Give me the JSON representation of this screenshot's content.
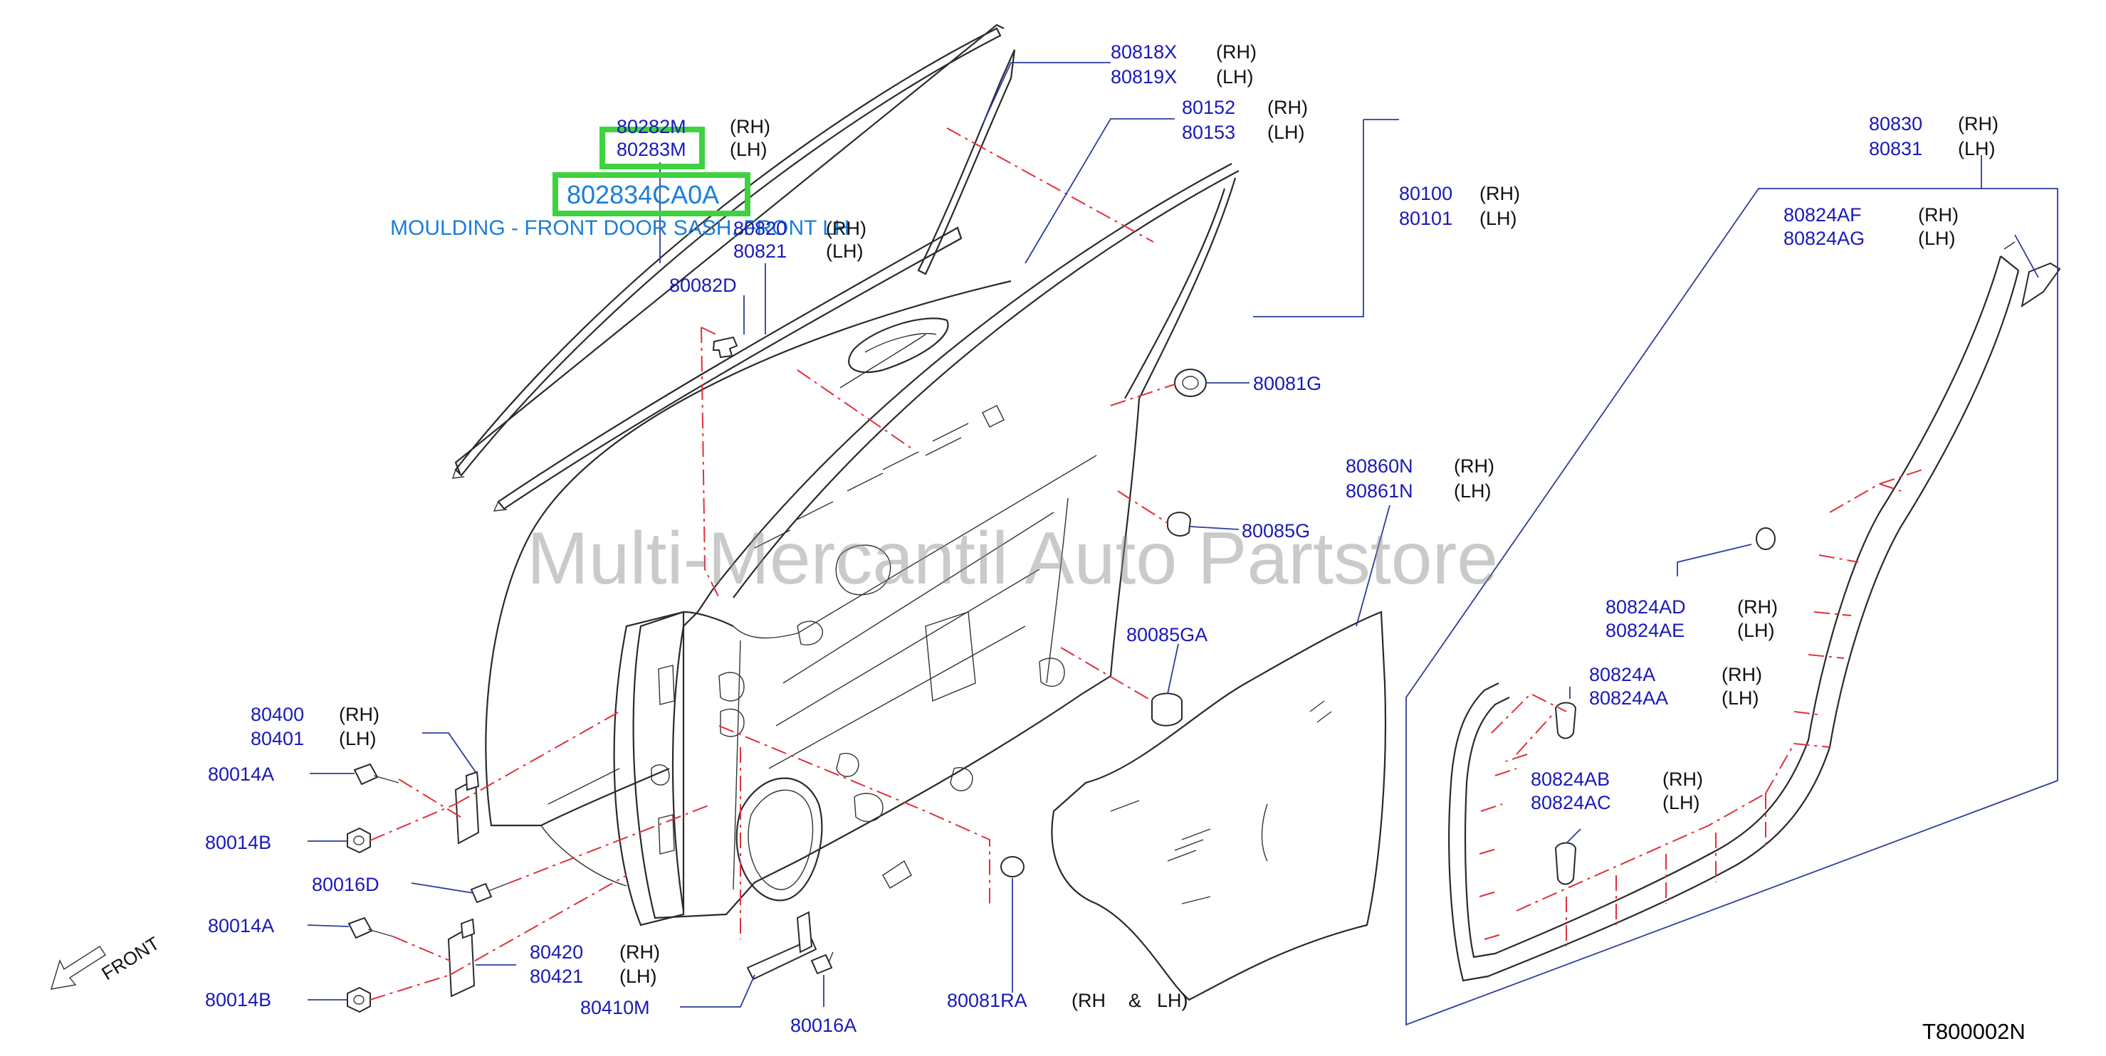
{
  "diagram_code": "T800002N",
  "watermark": "Multi-Mercantil Auto Partstore",
  "front_label": "FRONT",
  "highlight": {
    "part_number": "802834CA0A",
    "description": "MOULDING - FRONT DOOR SASH, FRONT LH",
    "box_color": "#3fd23f",
    "text_color": "#1a7fd8"
  },
  "colors": {
    "part_number": "#1a1ab8",
    "leader": "#2c3c9c",
    "center_line": "#e0303a"
  },
  "callouts": [
    {
      "id": "80818x",
      "parts": [
        "80818X",
        "80819X"
      ],
      "sides": [
        "(RH)",
        "(LH)"
      ]
    },
    {
      "id": "80152",
      "parts": [
        "80152",
        "80153"
      ],
      "sides": [
        "(RH)",
        "(LH)"
      ]
    },
    {
      "id": "80282m",
      "parts": [
        "80282M",
        "80283M"
      ],
      "sides": [
        "(RH)",
        "(LH)"
      ]
    },
    {
      "id": "80820",
      "parts": [
        "80820",
        "80821"
      ],
      "sides": [
        "(RH)",
        "(LH)"
      ]
    },
    {
      "id": "80100",
      "parts": [
        "80100",
        "80101"
      ],
      "sides": [
        "(RH)",
        "(LH)"
      ]
    },
    {
      "id": "80082d",
      "parts": [
        "80082D"
      ],
      "sides": []
    },
    {
      "id": "80081g",
      "parts": [
        "80081G"
      ],
      "sides": []
    },
    {
      "id": "80085g",
      "parts": [
        "80085G"
      ],
      "sides": []
    },
    {
      "id": "80085ga",
      "parts": [
        "80085GA"
      ],
      "sides": []
    },
    {
      "id": "80860n",
      "parts": [
        "80860N",
        "80861N"
      ],
      "sides": [
        "(RH)",
        "(LH)"
      ]
    },
    {
      "id": "80830",
      "parts": [
        "80830",
        "80831"
      ],
      "sides": [
        "(RH)",
        "(LH)"
      ]
    },
    {
      "id": "80824af",
      "parts": [
        "80824AF",
        "80824AG"
      ],
      "sides": [
        "(RH)",
        "(LH)"
      ]
    },
    {
      "id": "80824ad",
      "parts": [
        "80824AD",
        "80824AE"
      ],
      "sides": [
        "(RH)",
        "(LH)"
      ]
    },
    {
      "id": "80824a",
      "parts": [
        "80824A",
        "80824AA"
      ],
      "sides": [
        "(RH)",
        "(LH)"
      ]
    },
    {
      "id": "80824ab",
      "parts": [
        "80824AB",
        "80824AC"
      ],
      "sides": [
        "(RH)",
        "(LH)"
      ]
    },
    {
      "id": "80400",
      "parts": [
        "80400",
        "80401"
      ],
      "sides": [
        "(RH)",
        "(LH)"
      ]
    },
    {
      "id": "80014a-upper",
      "parts": [
        "80014A"
      ],
      "sides": []
    },
    {
      "id": "80014b-upper",
      "parts": [
        "80014B"
      ],
      "sides": []
    },
    {
      "id": "80016d",
      "parts": [
        "80016D"
      ],
      "sides": []
    },
    {
      "id": "80014a-lower",
      "parts": [
        "80014A"
      ],
      "sides": []
    },
    {
      "id": "80420",
      "parts": [
        "80420",
        "80421"
      ],
      "sides": [
        "(RH)",
        "(LH)"
      ]
    },
    {
      "id": "80014b-lower",
      "parts": [
        "80014B"
      ],
      "sides": []
    },
    {
      "id": "80410m",
      "parts": [
        "80410M"
      ],
      "sides": []
    },
    {
      "id": "80016a",
      "parts": [
        "80016A"
      ],
      "sides": []
    },
    {
      "id": "80081ra",
      "parts": [
        "80081RA"
      ],
      "sides": [
        "(RH",
        "&",
        "LH)"
      ]
    }
  ]
}
